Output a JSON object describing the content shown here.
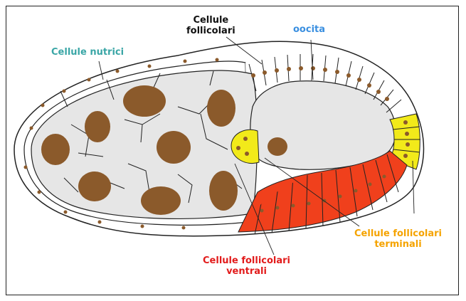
{
  "labels": {
    "follicle_cells": {
      "line1": "Cellule",
      "line2": "follicolari"
    },
    "oocyte": "oocita",
    "nurse_cells": "Cellule nutrici",
    "terminal_follicle_cells": {
      "line1": "Cellule follicolari",
      "line2": "terminali"
    },
    "ventral_follicle_cells": {
      "line1": "Cellule follicolari",
      "line2": "ventrali"
    }
  },
  "colors": {
    "nurse_label": "#3aa6a6",
    "oocyte_label": "#3a8fe0",
    "terminal_label": "#f5a300",
    "ventral_label": "#e21b1b",
    "cell_fill": "#e6e6e6",
    "nucleus": "#8b5a2b",
    "terminal_cells": "#f2ea1a",
    "ventral_cells": "#f0401c"
  }
}
